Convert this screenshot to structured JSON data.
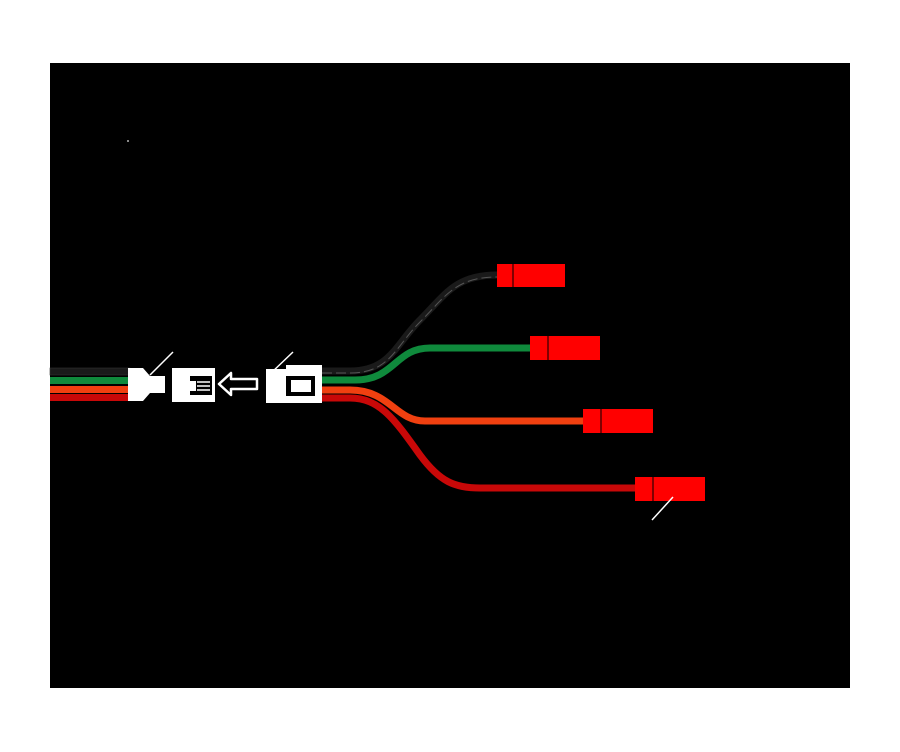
{
  "colors": {
    "background": "#000000",
    "page": "#ffffff",
    "wire_black": "#1a1a1a",
    "wire_green": "#0f8a3c",
    "wire_orange": "#f04010",
    "wire_red": "#c80808",
    "connector_housing": "#ffffff",
    "terminal": "#ff0000",
    "leader_line": "#ffffff"
  },
  "wires": [
    {
      "color_name": "black"
    },
    {
      "color_name": "green"
    },
    {
      "color_name": "orange"
    },
    {
      "color_name": "red"
    }
  ],
  "icons": {
    "mating_direction": "arrow-left-icon"
  }
}
